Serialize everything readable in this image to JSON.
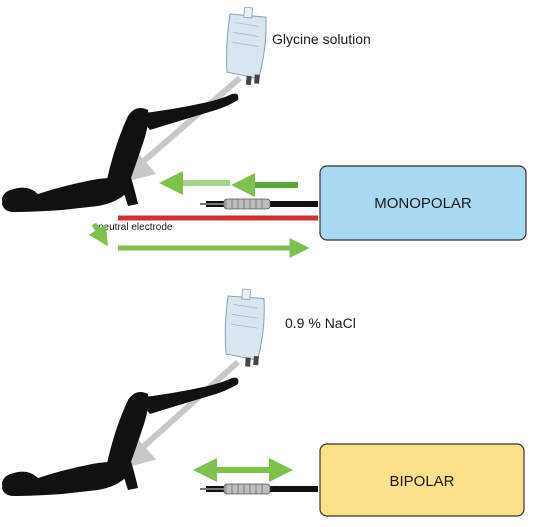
{
  "top": {
    "solution_label": "Glycine solution",
    "electrode_label": "neutral electrode",
    "generator_label": "MONOPOLAR",
    "generator_color": "#a9d9f2",
    "return_wire_color": "#d3302f",
    "current_arrow_color": "#7ec24d"
  },
  "bottom": {
    "solution_label": "0.9 % NaCl",
    "generator_label": "BIPOLAR",
    "generator_color": "#fde18a",
    "current_arrow_color": "#7ec24d"
  },
  "icons": [
    "iv-bag-icon",
    "patient-silhouette-icon",
    "resectoscope-icon"
  ]
}
